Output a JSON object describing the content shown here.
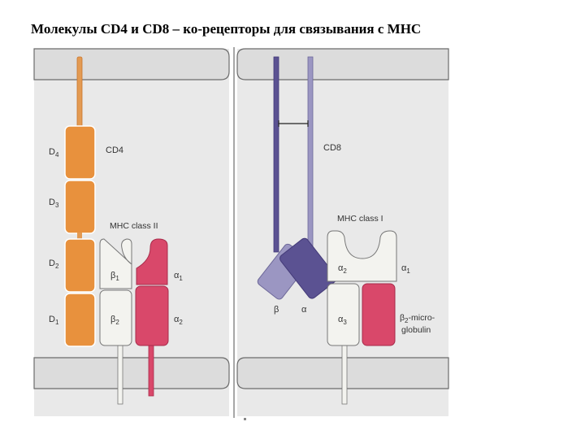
{
  "title": "Молекулы CD4 и CD8 – ко-рецепторы для связывания с MHC",
  "left_panel": {
    "cd4": {
      "label": "CD4",
      "domains": [
        "D",
        "D",
        "D",
        "D"
      ],
      "domain_subs": [
        "4",
        "3",
        "2",
        "1"
      ]
    },
    "mhc2": {
      "label": "MHC class II",
      "beta": [
        "β",
        "β"
      ],
      "beta_subs": [
        "1",
        "2"
      ],
      "alpha": [
        "α",
        "α"
      ],
      "alpha_subs": [
        "1",
        "2"
      ]
    }
  },
  "right_panel": {
    "cd8": {
      "label": "CD8",
      "beta": "β",
      "alpha": "α"
    },
    "mhc1": {
      "label": "MHC class I",
      "alpha": [
        "α",
        "α",
        "α"
      ],
      "alpha_subs": [
        "2",
        "3",
        "1"
      ],
      "b2m_line1": "β",
      "b2m_sub": "2",
      "b2m_line1_rest": "-micro-",
      "b2m_line2": "globulin"
    }
  },
  "colors": {
    "cd4": "#e8913d",
    "cd4_stalk": "#e39a52",
    "mhc_alpha": "#d9486a",
    "mhc_beta": "#f3f3ef",
    "cd8_dark": "#5b5292",
    "cd8_light": "#9b96c2",
    "membrane": "#dcdcdc",
    "background": "#e9e9e9"
  }
}
